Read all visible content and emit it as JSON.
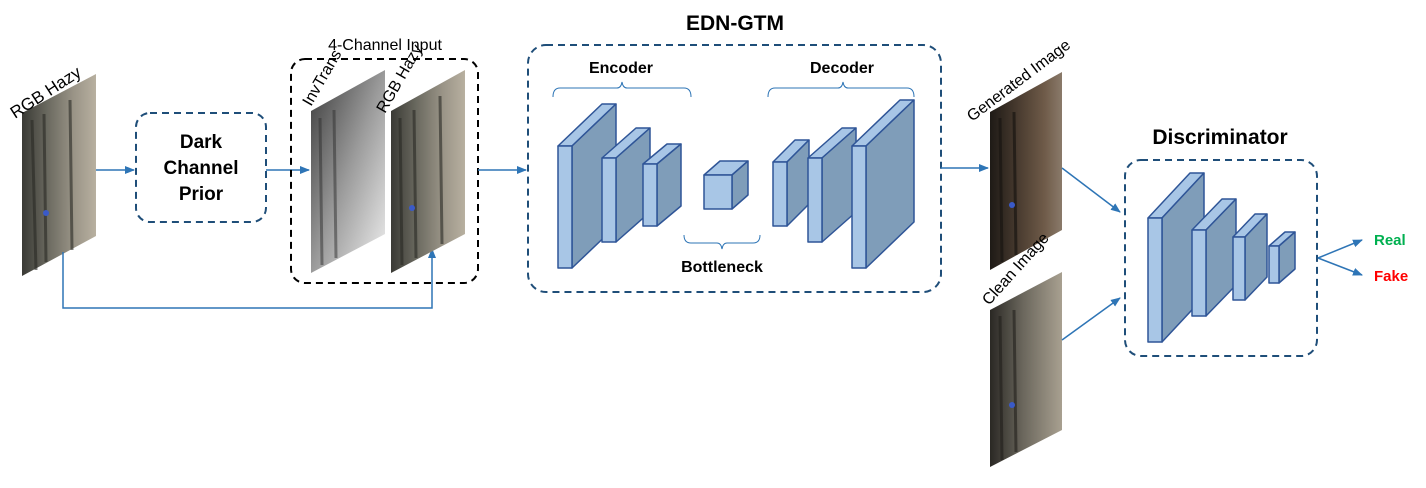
{
  "title": "EDN-GTM",
  "input_label": "4-Channel Input",
  "dcp": {
    "line1": "Dark",
    "line2": "Channel",
    "line3": "Prior"
  },
  "images": {
    "rgb_hazy_left": "RGB Hazy",
    "invtrans": "InvTrans",
    "rgb_hazy_input": "RGB Hazy",
    "generated": "Generated Image",
    "clean": "Clean Image"
  },
  "edn": {
    "encoder": "Encoder",
    "decoder": "Decoder",
    "bottleneck": "Bottleneck"
  },
  "discriminator": {
    "title": "Discriminator",
    "real": "Real",
    "fake": "Fake"
  },
  "colors": {
    "accent": "#1F4E79",
    "arrow": "#2E75B6",
    "block_front": "#7F9DB9",
    "block_side": "#A8C6E6",
    "block_stroke": "#2F5597",
    "real": "#00B050",
    "fake": "#FF0000"
  }
}
